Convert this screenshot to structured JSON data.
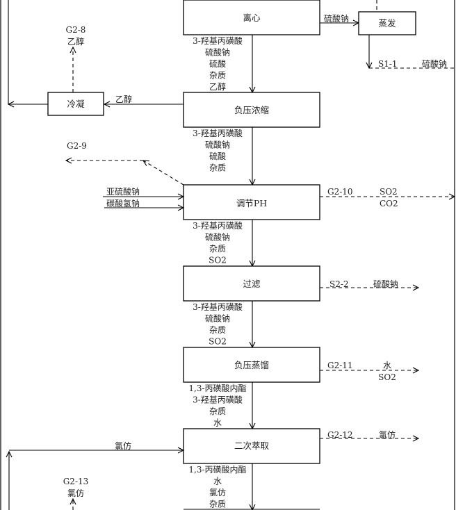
{
  "diagram": {
    "type": "process-flow",
    "boxes": {
      "centrifuge": "离心",
      "evaporation": "蒸发",
      "condensation": "冷凝",
      "vacuum_concentration": "负压浓缩",
      "ph_adjust": "调节PH",
      "filtration": "过滤",
      "vacuum_distillation": "负压蒸馏",
      "secondary_extraction": "二次萃取"
    },
    "streams": {
      "centrifuge_to_evap": "硫酸钠",
      "s1_1_code": "S1-1",
      "s1_1_substance": "硫酸钠",
      "g2_8_code": "G2-8",
      "g2_8_substance": "乙醇",
      "concentration_to_condense": "乙醇",
      "centrifuge_output": [
        "3-羟基丙磺酸",
        "硫酸钠",
        "硫酸",
        "杂质",
        "乙醇"
      ],
      "concentration_output": [
        "3-羟基丙磺酸",
        "硫酸钠",
        "硫酸",
        "杂质"
      ],
      "g2_9_code": "G2-9",
      "ph_inputs": [
        "亚硫酸钠",
        "碳酸氢钠"
      ],
      "g2_10_code": "G2-10",
      "g2_10_substances": [
        "SO2",
        "CO2"
      ],
      "ph_output": [
        "3-羟基丙磺酸",
        "硫酸钠",
        "杂质",
        "SO2"
      ],
      "s2_2_code": "S2-2",
      "s2_2_substance": "硫酸钠",
      "filtration_output": [
        "3-羟基丙磺酸",
        "硫酸钠",
        "杂质",
        "SO2"
      ],
      "g2_11_code": "G2-11",
      "g2_11_substances": [
        "水",
        "SO2"
      ],
      "distillation_output": [
        "1,3-丙磺酸内酯",
        "3-羟基丙磺酸",
        "杂质",
        "水"
      ],
      "extraction_input": "氯仿",
      "g2_12_code": "G2-12",
      "g2_12_substance": "氯仿",
      "extraction_output": [
        "1,3-丙磺酸内酯",
        "水",
        "氯仿",
        "杂质"
      ],
      "g2_13_code": "G2-13",
      "g2_13_substance": "氯仿"
    }
  }
}
